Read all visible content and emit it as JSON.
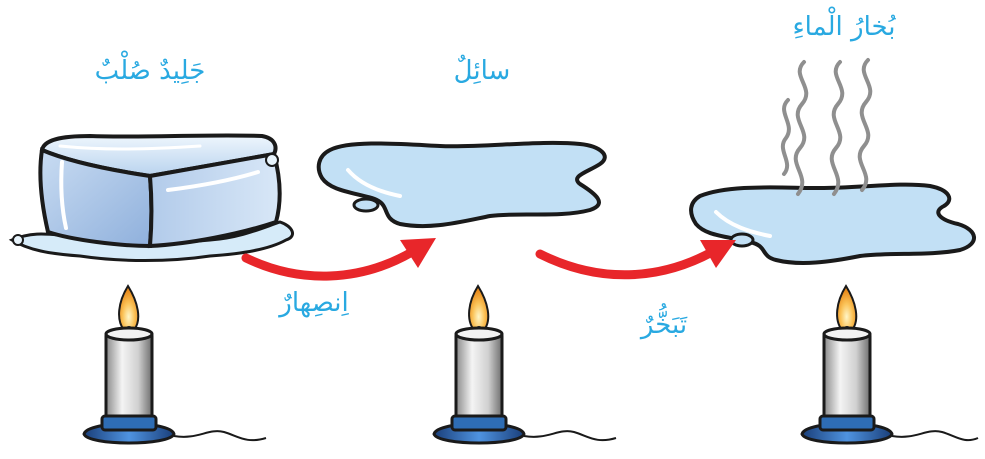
{
  "labels": {
    "solid": "جَلِيدٌ صُلْبٌ",
    "liquid": "سائِلٌ",
    "vapor": "بُخارُ الْماءِ",
    "melting": "اِنصِهارٌ",
    "evaporation": "تَبَخُّرٌ"
  },
  "colors": {
    "label": "#29a9e1",
    "arrow": "#e8262a",
    "water": "#bfe0f5",
    "ice": "#a9c7e8",
    "flame": "#f7a823",
    "candle": "#d9d9d9",
    "base": "#2e6db5"
  }
}
